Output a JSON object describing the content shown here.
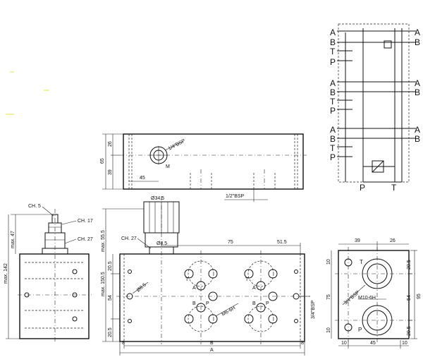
{
  "top_view": {
    "dims": {
      "h_total": "65",
      "h_upper": "26",
      "h_lower": "39",
      "w_port": "45"
    },
    "labels": {
      "port_14": "1/4\"BSP",
      "port_12": "1/2\"BSP",
      "m_mark": "M"
    }
  },
  "side_view": {
    "labels": {
      "ch5": "CH. 5",
      "ch17": "CH. 17",
      "ch27": "CH. 27",
      "max47": "max. 47",
      "max142": "max. 142"
    }
  },
  "front_view": {
    "labels": {
      "ch27": "CH. 27",
      "d345": "Ø34.5",
      "d85": "Ø8.5",
      "d85b": "Ø8.5",
      "m6": "M6-6H",
      "bsp34": "3/4\"BSP",
      "max555": "max. 55.5",
      "max1505": "max. 150.5"
    },
    "dims": {
      "d75": "75",
      "d515": "51.5",
      "d205a": "20.5",
      "d54": "54",
      "d205b": "20.5",
      "d8a": "8",
      "d8b": "8",
      "B": "B",
      "A": "A"
    },
    "port_letters": {
      "T1": "T",
      "A1": "A",
      "B1": "B",
      "P1": "P",
      "T2": "T",
      "A2": "A",
      "B2": "B",
      "P2": "P"
    }
  },
  "end_view": {
    "dims": {
      "d39": "39",
      "d26": "26",
      "d10a": "10",
      "d75": "75",
      "d10b": "10",
      "d205a": "20.5",
      "d54": "54",
      "d95": "95",
      "d205b": "20.5",
      "d10c": "10",
      "d45": "45",
      "d10d": "10"
    },
    "labels": {
      "bsp34": "3/4\"BSP",
      "m10": "M10-6H",
      "T": "T",
      "P": "P"
    }
  },
  "schematic": {
    "section1": [
      "A",
      "B",
      "T",
      "P"
    ],
    "section2": [
      "A",
      "B",
      "T",
      "P"
    ],
    "section3": [
      "A",
      "B",
      "T",
      "P"
    ],
    "right1": [
      "A",
      "B"
    ],
    "right2": [
      "A",
      "B"
    ],
    "right3": [
      "A",
      "B"
    ],
    "bottom": [
      "P",
      "T"
    ]
  }
}
